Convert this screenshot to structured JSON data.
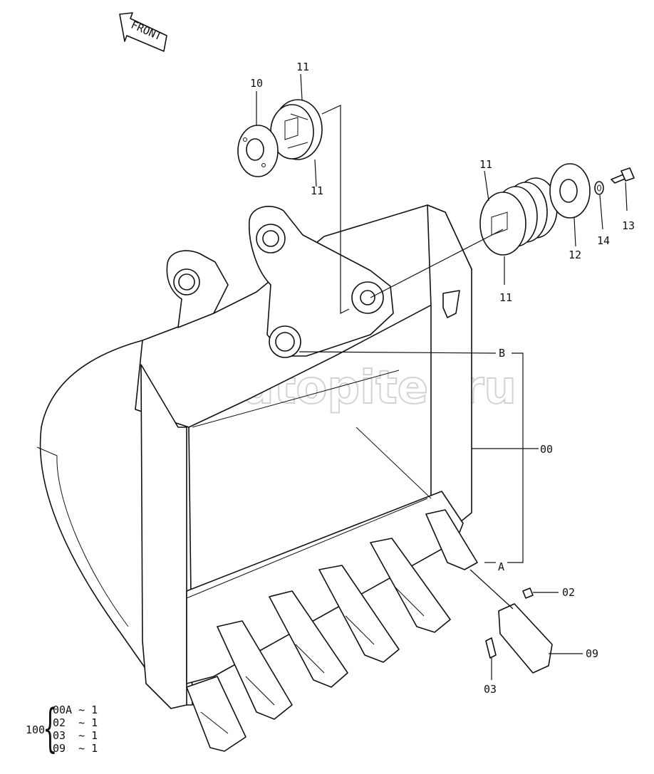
{
  "diagram": {
    "front_marker": "FRONT",
    "watermark": "autopiter.ru",
    "callouts": {
      "p10": "10",
      "p11_top": "11",
      "p11_top_lower": "11",
      "p11_right": "11",
      "p11_right_lower": "11",
      "p12": "12",
      "p13": "13",
      "p14": "14",
      "p00": "00",
      "pB": "B",
      "pA": "A",
      "p02": "02",
      "p09": "09",
      "p03": "03"
    },
    "bom": {
      "assembly": "100",
      "rows": [
        "00A ~ 1",
        "02  ~ 1",
        "03  ~ 1",
        "09  ~ 1"
      ]
    }
  }
}
